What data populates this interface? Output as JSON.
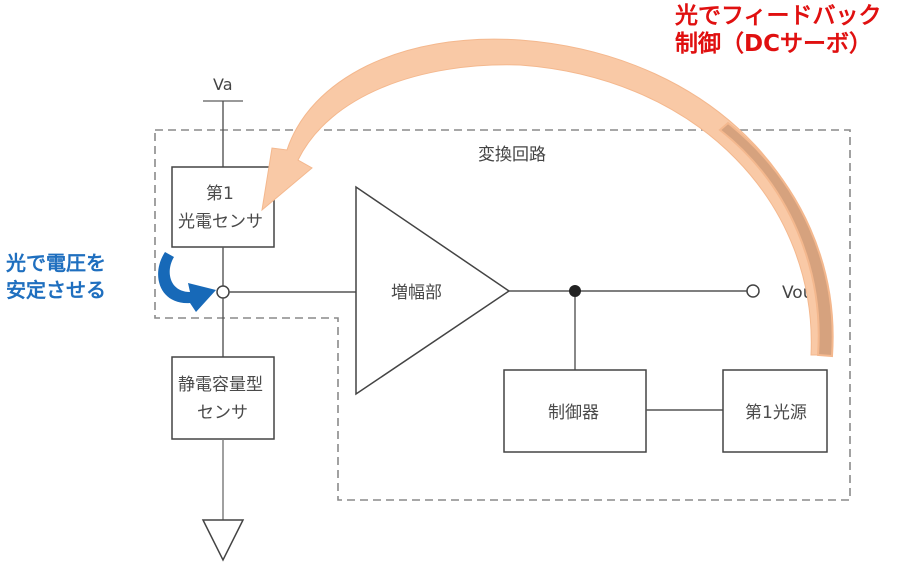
{
  "annotations": {
    "feedback_line1": "光でフィードバック",
    "feedback_line2": "制御（DCサーボ）",
    "stabilize_line1": "光で電圧を",
    "stabilize_line2": "安定させる"
  },
  "labels": {
    "supply": "Va",
    "output": "Vout",
    "conversion_circuit": "変換回路"
  },
  "blocks": {
    "photo_sensor_line1": "第1",
    "photo_sensor_line2": "光電センサ",
    "cap_sensor_line1": "静電容量型",
    "cap_sensor_line2": "センサ",
    "amplifier": "増幅部",
    "controller": "制御器",
    "light_source": "第1光源"
  },
  "colors": {
    "feedback_text": "#e01010",
    "stabilize_text": "#1f6fbf",
    "feedback_arrow": "#f9c9a6",
    "feedback_arrow_tail": "#d6a27e",
    "stabilize_arrow": "#1769b8"
  }
}
